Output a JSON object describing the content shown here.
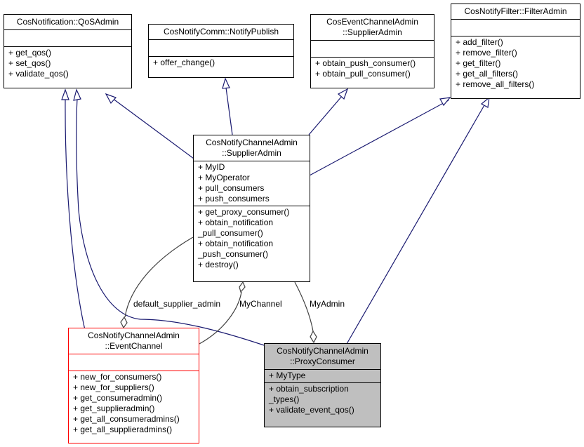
{
  "colors": {
    "inherit_edge": "#191970",
    "member_edge": "#404040",
    "focus_class_fill": "#bfbfbf",
    "highlight_border": "#ff0000",
    "border": "#000000"
  },
  "classes": {
    "qos_admin": {
      "title": [
        "CosNotification::QoSAdmin"
      ],
      "attributes": [],
      "operations": [
        "+ get_qos()",
        "+ set_qos()",
        "+ validate_qos()"
      ]
    },
    "notify_publish": {
      "title": [
        "CosNotifyComm::NotifyPublish"
      ],
      "attributes": [],
      "operations": [
        "+ offer_change()"
      ]
    },
    "event_supplier_admin": {
      "title": [
        "CosEventChannelAdmin",
        "::SupplierAdmin"
      ],
      "attributes": [],
      "operations": [
        "+ obtain_push_consumer()",
        "+ obtain_pull_consumer()"
      ]
    },
    "filter_admin": {
      "title": [
        "CosNotifyFilter::FilterAdmin"
      ],
      "attributes": [],
      "operations": [
        "+ add_filter()",
        "+ remove_filter()",
        "+ get_filter()",
        "+ get_all_filters()",
        "+ remove_all_filters()"
      ]
    },
    "supplier_admin": {
      "title": [
        "CosNotifyChannelAdmin",
        "::SupplierAdmin"
      ],
      "attributes": [
        "+ MyID",
        "+ MyOperator",
        "+ pull_consumers",
        "+ push_consumers"
      ],
      "operations": [
        "+ get_proxy_consumer()",
        "+ obtain_notification",
        "_pull_consumer()",
        "+ obtain_notification",
        "_push_consumer()",
        "+ destroy()"
      ]
    },
    "event_channel": {
      "title": [
        "CosNotifyChannelAdmin",
        "::EventChannel"
      ],
      "attributes": [],
      "operations": [
        "+ new_for_consumers()",
        "+ new_for_suppliers()",
        "+ get_consumeradmin()",
        "+ get_supplieradmin()",
        "+ get_all_consumeradmins()",
        "+ get_all_supplieradmins()"
      ]
    },
    "proxy_consumer": {
      "title": [
        "CosNotifyChannelAdmin",
        "::ProxyConsumer"
      ],
      "attributes": [
        "+ MyType"
      ],
      "operations": [
        "+ obtain_subscription",
        "_types()",
        "+ validate_event_qos()"
      ]
    }
  },
  "edge_labels": {
    "default_supplier_admin": "default_supplier_admin",
    "my_channel": "MyChannel",
    "my_admin": "MyAdmin"
  }
}
